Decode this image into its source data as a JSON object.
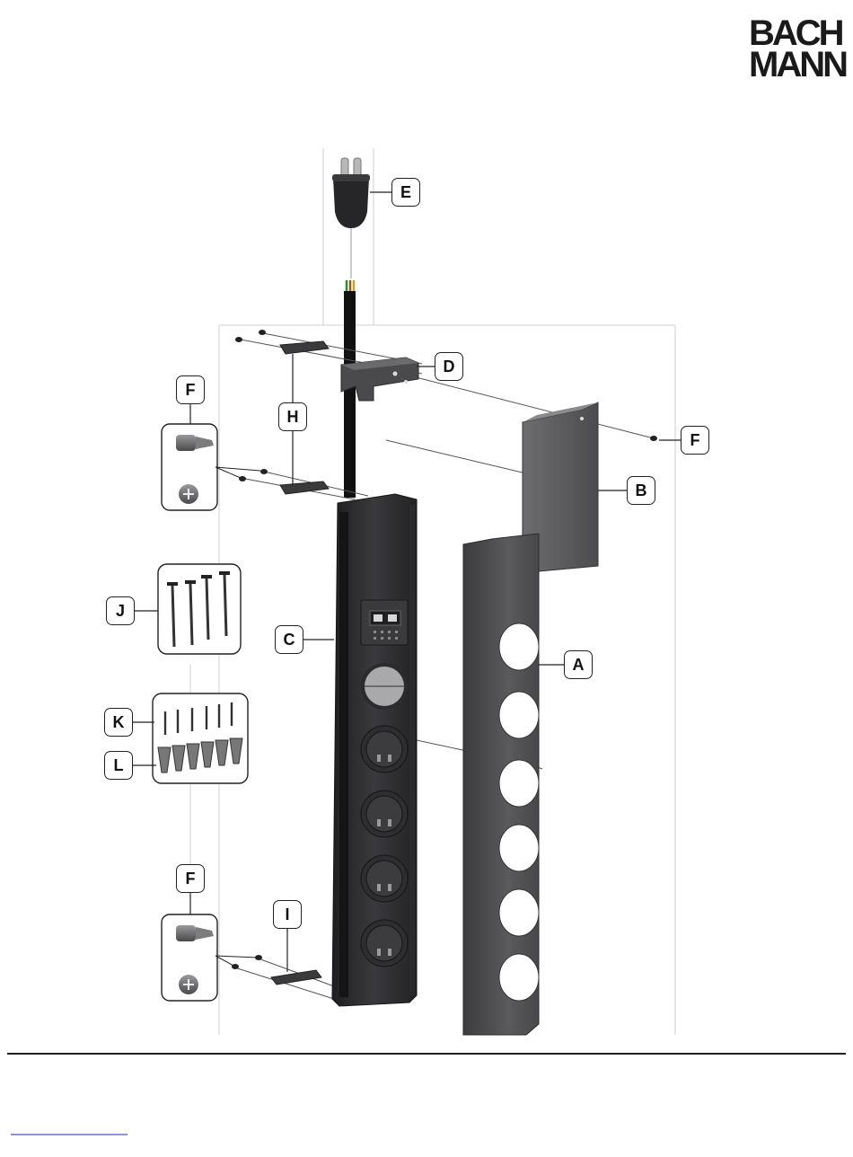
{
  "brand": {
    "line1": "BACH",
    "line2": "MANN"
  },
  "callouts": [
    {
      "id": "E",
      "label": "E"
    },
    {
      "id": "D",
      "label": "D"
    },
    {
      "id": "F-top-left",
      "label": "F"
    },
    {
      "id": "F-right",
      "label": "F"
    },
    {
      "id": "H",
      "label": "H"
    },
    {
      "id": "B",
      "label": "B"
    },
    {
      "id": "J",
      "label": "J"
    },
    {
      "id": "C",
      "label": "C"
    },
    {
      "id": "A",
      "label": "A"
    },
    {
      "id": "K",
      "label": "K"
    },
    {
      "id": "L",
      "label": "L"
    },
    {
      "id": "F-bottom",
      "label": "F"
    },
    {
      "id": "I",
      "label": "I"
    }
  ],
  "colors": {
    "body_dark": "#2f2f31",
    "body_mid": "#4a4a4d",
    "cover": "#555558",
    "line": "#444444",
    "guide": "#cfcfcf"
  }
}
